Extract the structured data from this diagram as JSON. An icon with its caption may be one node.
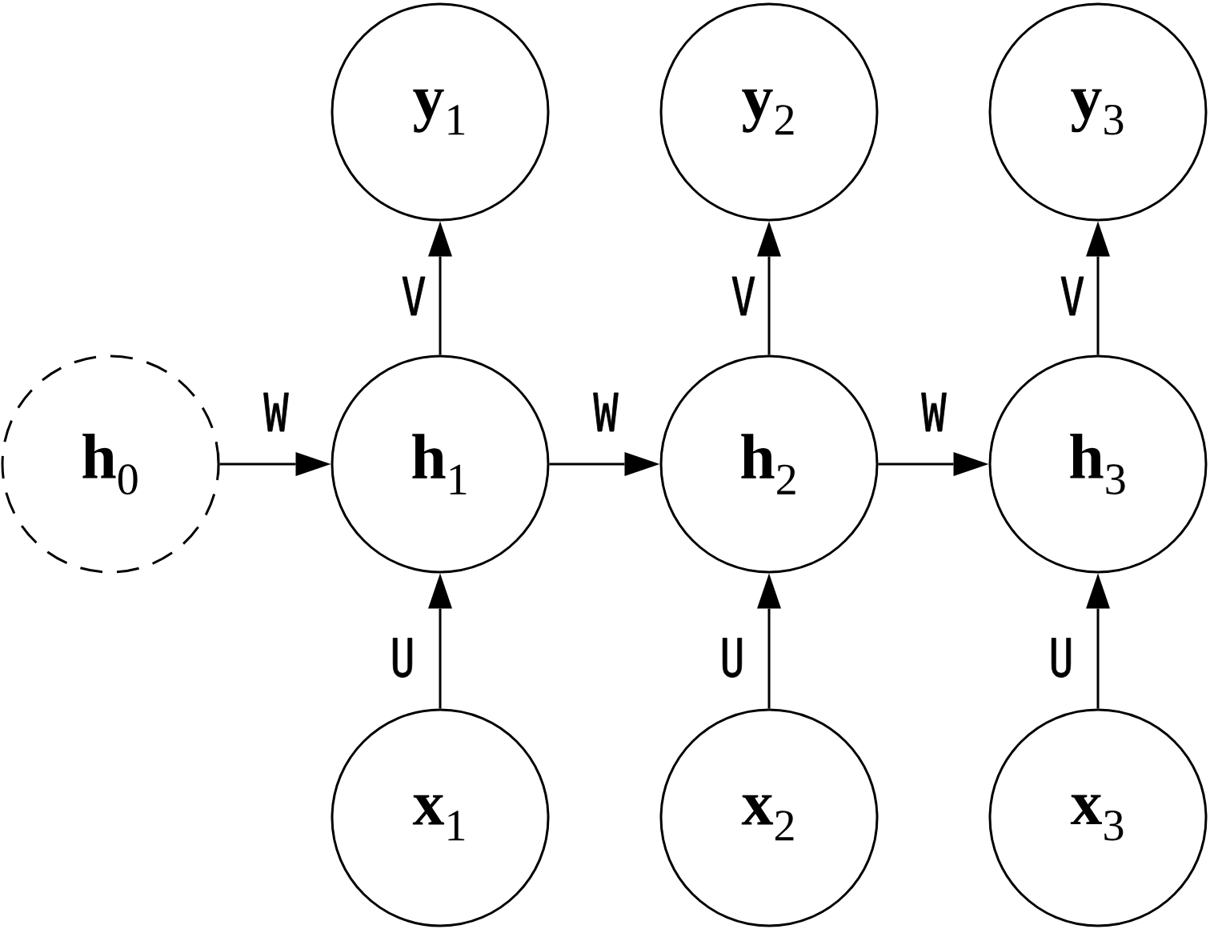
{
  "diagram": {
    "nodes": [
      {
        "text": [
          "**y**$_{1}$"
        ]
      },
      {
        "text": [
          "**y**$_{2}$"
        ]
      },
      {
        "text": [
          "**y**$_{3}$"
        ]
      },
      {
        "text": [
          "**h**$_{0}$"
        ]
      },
      {
        "text": [
          "**h**$_{1}$"
        ]
      },
      {
        "text": [
          "**h**$_{2}$"
        ]
      },
      {
        "text": [
          "**h**$_{3}$"
        ]
      },
      {
        "text": [
          "**x**$_{1}$"
        ]
      },
      {
        "text": [
          "**x**$_{2}$"
        ]
      },
      {
        "text": [
          "**x**$_{3}$"
        ]
      }
    ],
    "edges": [
      {
        "from": 3,
        "to": 4,
        "arrow": "to",
        "label": "W"
      },
      {
        "from": 4,
        "to": 5,
        "arrow": "to",
        "label": "W"
      },
      {
        "from": 5,
        "to": 6,
        "arrow": "to",
        "label": "W"
      },
      {
        "from": 4,
        "to": 0,
        "arrow": "to",
        "label": "V"
      },
      {
        "from": 5,
        "to": 1,
        "arrow": "to",
        "label": "V"
      },
      {
        "from": 6,
        "to": 2,
        "arrow": "to",
        "label": "V"
      },
      {
        "from": 7,
        "to": 4,
        "arrow": "to",
        "label": "U"
      },
      {
        "from": 8,
        "to": 5,
        "arrow": "to",
        "label": "U"
      },
      {
        "from": 9,
        "to": 6,
        "arrow": "to",
        "label": "U"
      }
    ]
  }
}
